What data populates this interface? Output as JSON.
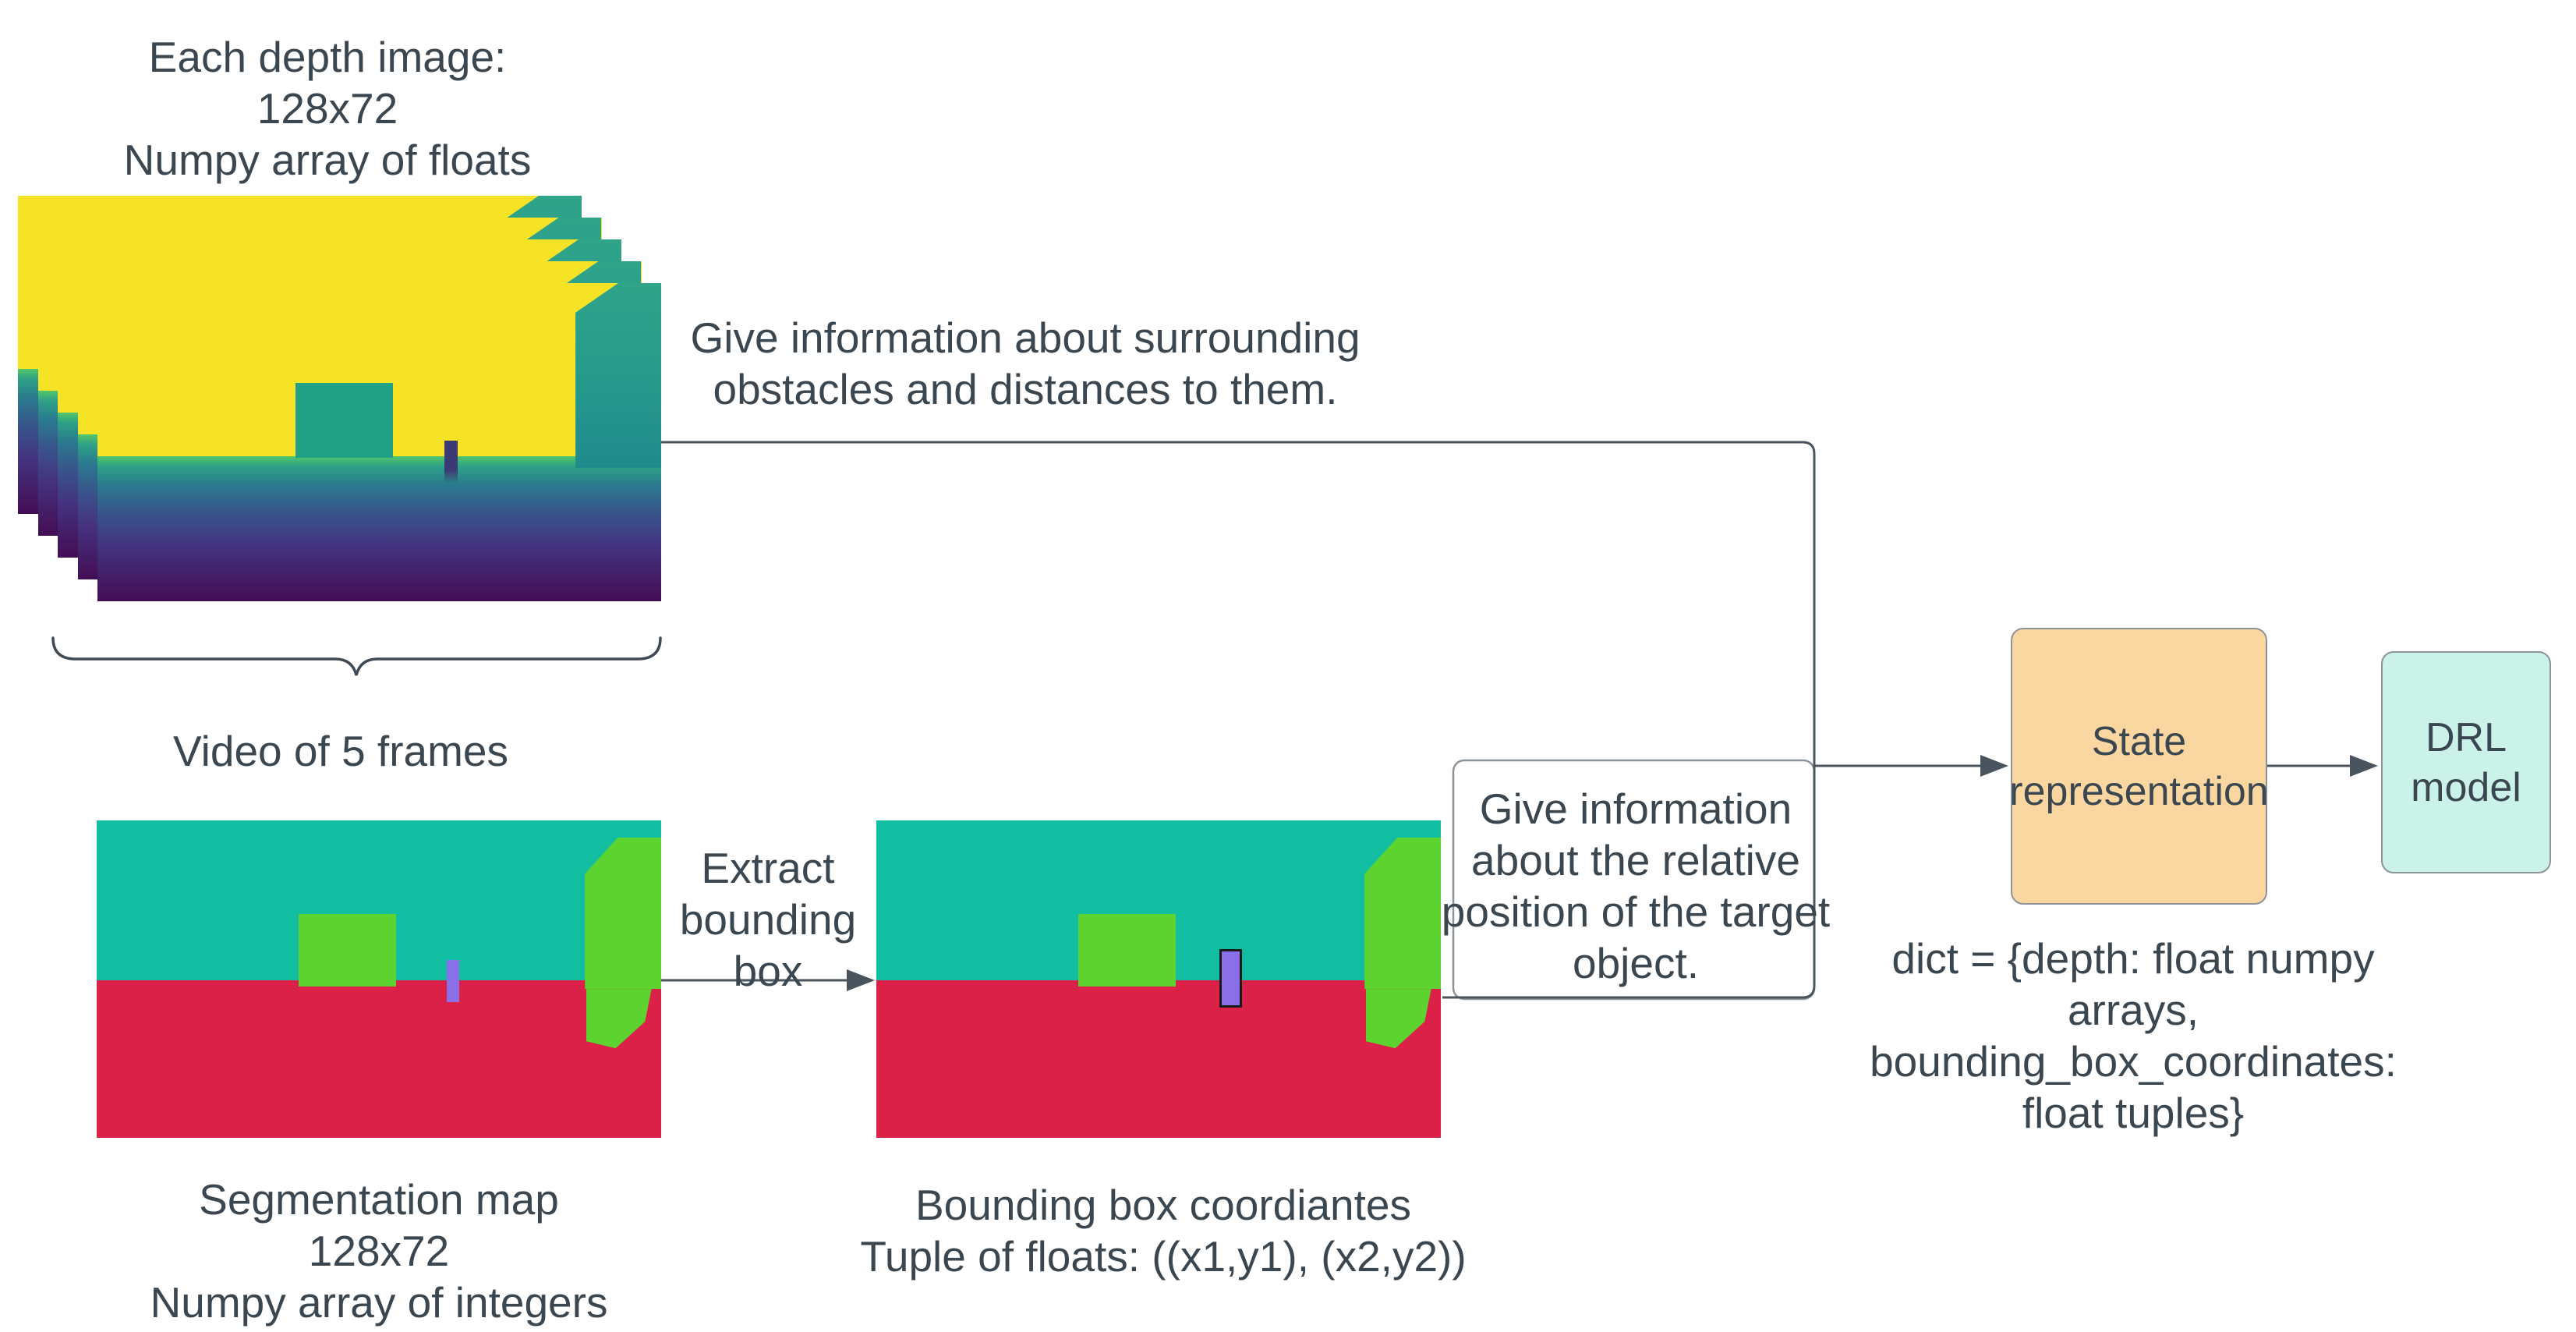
{
  "texts": {
    "depth_title": "Each depth image:\n128x72\nNumpy array of floats",
    "video_label": "Video of 5 frames",
    "depth_info": "Give information about surrounding\nobstacles and distances to them.",
    "extract_label": "Extract\nbounding\nbox",
    "seg_title": "Segmentation map\n128x72\nNumpy array of integers",
    "bbox_title": "Bounding box coordiantes\nTuple of floats: ((x1,y1), (x2,y2))",
    "bbox_info": "Give information\nabout the relative\nposition of the target\nobject.",
    "state_box_label": "State\nrepresentation",
    "drl_box_label": "DRL\nmodel",
    "dict_label": "dict = {depth: float numpy\narrays,\nbounding_box_coordinates:\nfloat tuples}"
  },
  "depth_stack": {
    "frame_count": 5
  },
  "colors": {
    "text": "#3B4750",
    "line": "#4A545E",
    "callout-border": "#8D939A",
    "box-border": "#8D939A",
    "state-fill": "#FAD7A0",
    "drl-fill": "#CBF2E9",
    "sky": "#F6E326",
    "building": "#20A186",
    "seg-teal": "#12BEA2",
    "seg-crimson": "#DC2149",
    "seg-green": "#5CD32E",
    "seg-purple": "#8A70E6",
    "bbox-outline": "#1A1A1A"
  }
}
